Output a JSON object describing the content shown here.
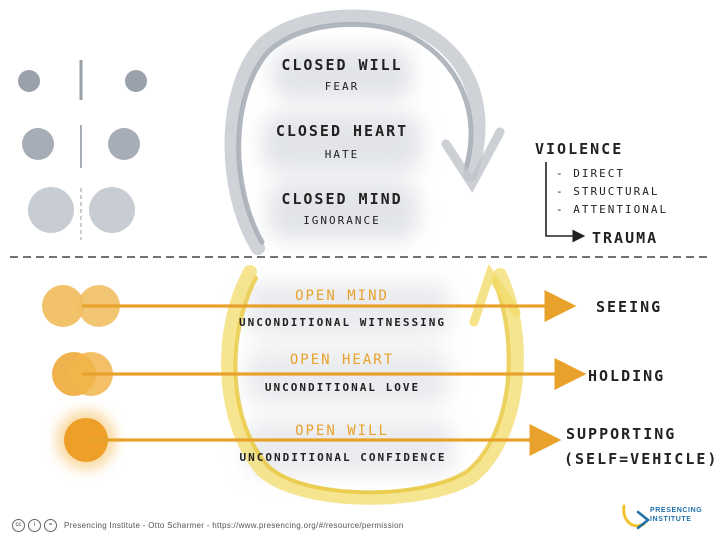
{
  "closed": {
    "will": {
      "title": "CLOSED WILL",
      "sub": "FEAR"
    },
    "heart": {
      "title": "CLOSED HEART",
      "sub": "HATE"
    },
    "mind": {
      "title": "CLOSED MIND",
      "sub": "IGNORANCE"
    }
  },
  "violence": {
    "title": "VIOLENCE",
    "items": [
      "- DIRECT",
      "- STRUCTURAL",
      "- ATTENTIONAL"
    ],
    "result": "TRAUMA"
  },
  "open": {
    "mind": {
      "title": "OPEN MIND",
      "sub": "UNCONDITIONAL WITNESSING",
      "result": "SEEING"
    },
    "heart": {
      "title": "OPEN HEART",
      "sub": "UNCONDITIONAL LOVE",
      "result": "HOLDING"
    },
    "will": {
      "title": "OPEN WILL",
      "sub": "UNCONDITIONAL CONFIDENCE",
      "result": "SUPPORTING",
      "result2": "(SELF=VEHICLE)"
    }
  },
  "footer": {
    "license_icons": [
      "cc",
      "i",
      "="
    ],
    "credit": "Presencing Institute - Otto Scharmer - https://www.presencing.org/#/resource/permission"
  },
  "logo": {
    "line1": "PRESENCING",
    "line2": "INSTITUTE"
  },
  "colors": {
    "grey": "#b9bec6",
    "grey_light": "#cdd1d8",
    "orange": "#e8a22c",
    "orange_light": "#f1bf63",
    "blue": "#1f6fa8",
    "ink": "#222222"
  }
}
